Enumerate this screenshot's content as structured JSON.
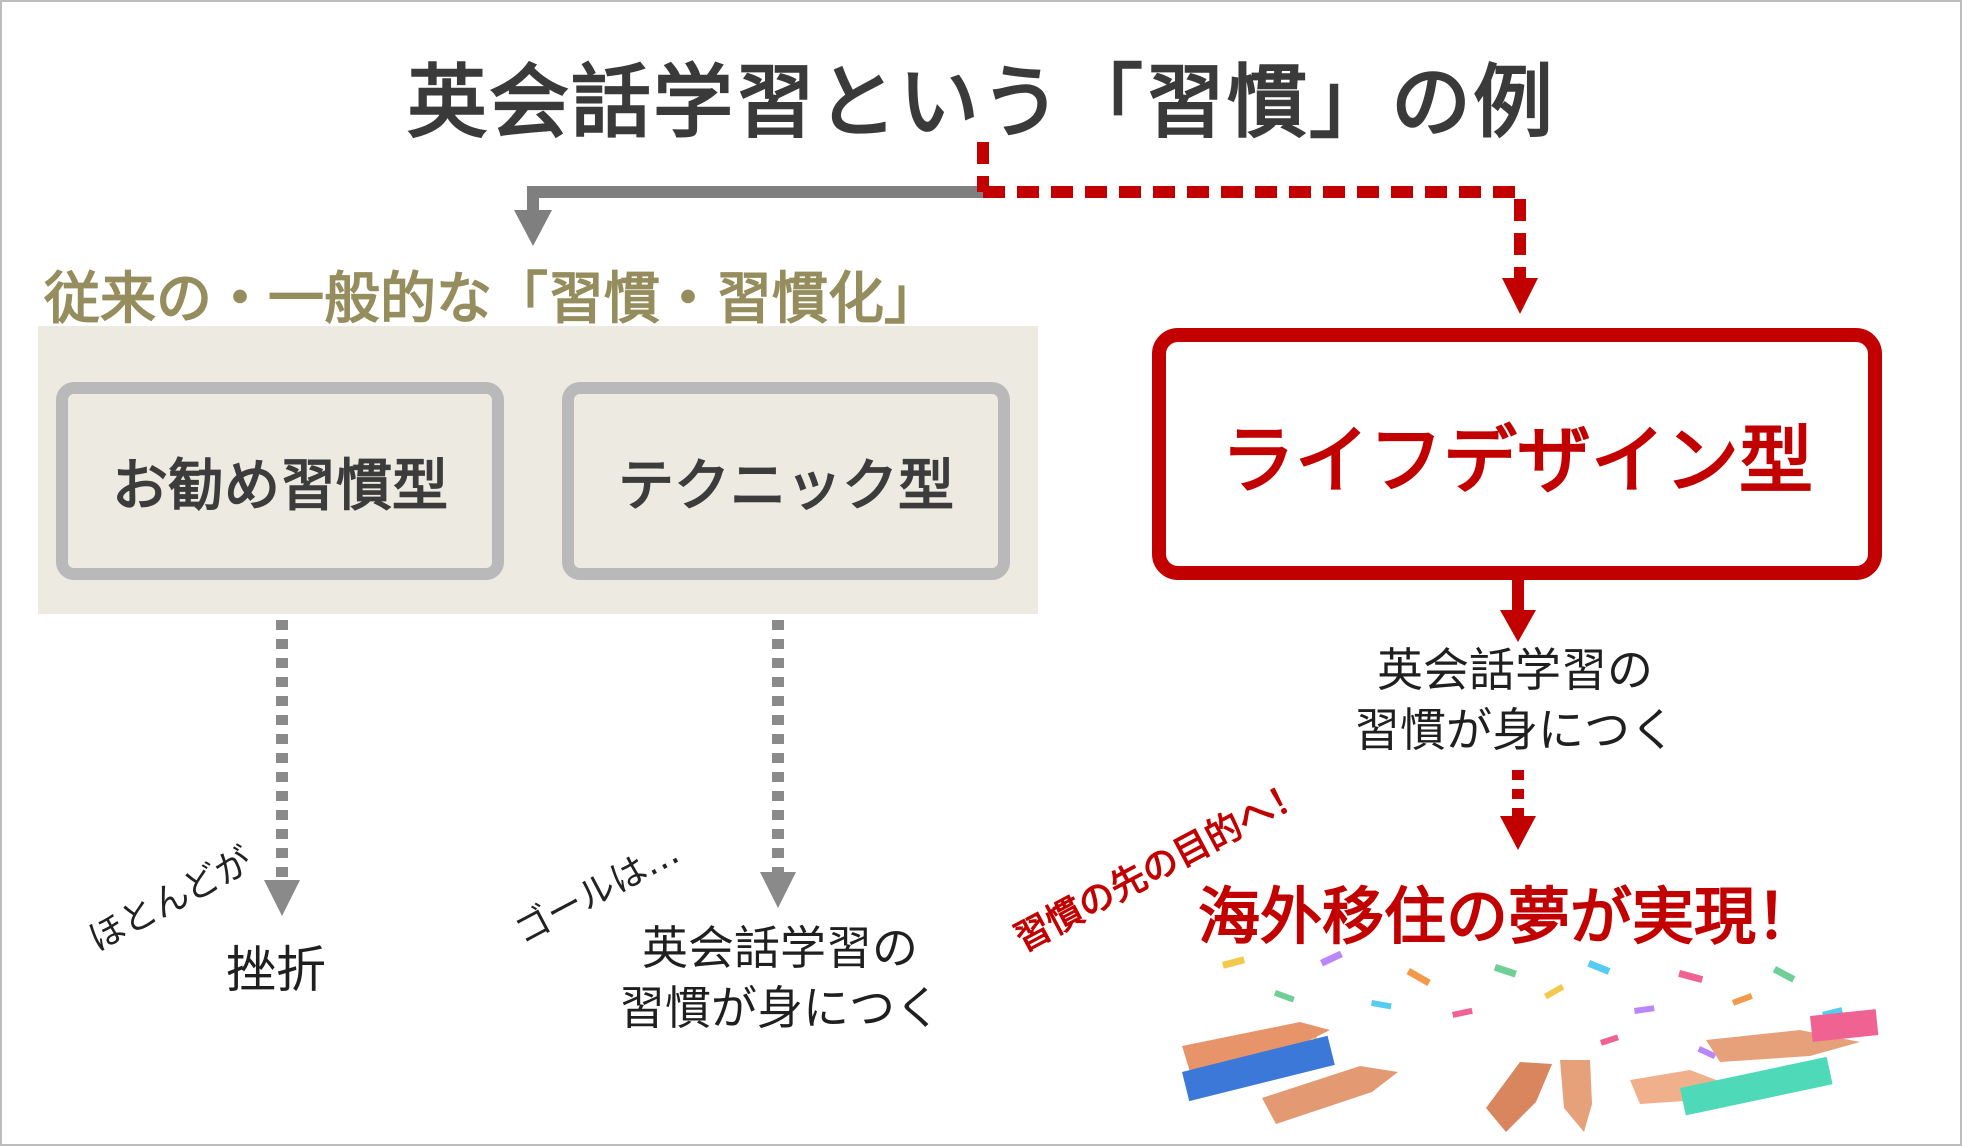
{
  "title": "英会話学習という「習慣」の例",
  "conventional": {
    "heading_underlined": "従来の・一般的な",
    "heading_rest": "「習慣・習慣化」",
    "type_recommend": "お勧め習慣型",
    "type_technique": "テクニック型",
    "note_mostly": "ほとんどが",
    "result_fail": "挫折",
    "note_goal": "ゴールは…",
    "result_line1": "英会話学習の",
    "result_line2": "習慣が身につく"
  },
  "lifedesign": {
    "type": "ライフデザイン型",
    "result_line1": "英会話学習の",
    "result_line2": "習慣が身につく",
    "note_purpose": "習慣の先の目的へ！",
    "dream": "海外移住の夢が実現！"
  },
  "colors": {
    "red": "#c20000",
    "gray_arrow": "#7f7f7f",
    "olive": "#958d5d",
    "panel": "#edebe1"
  }
}
